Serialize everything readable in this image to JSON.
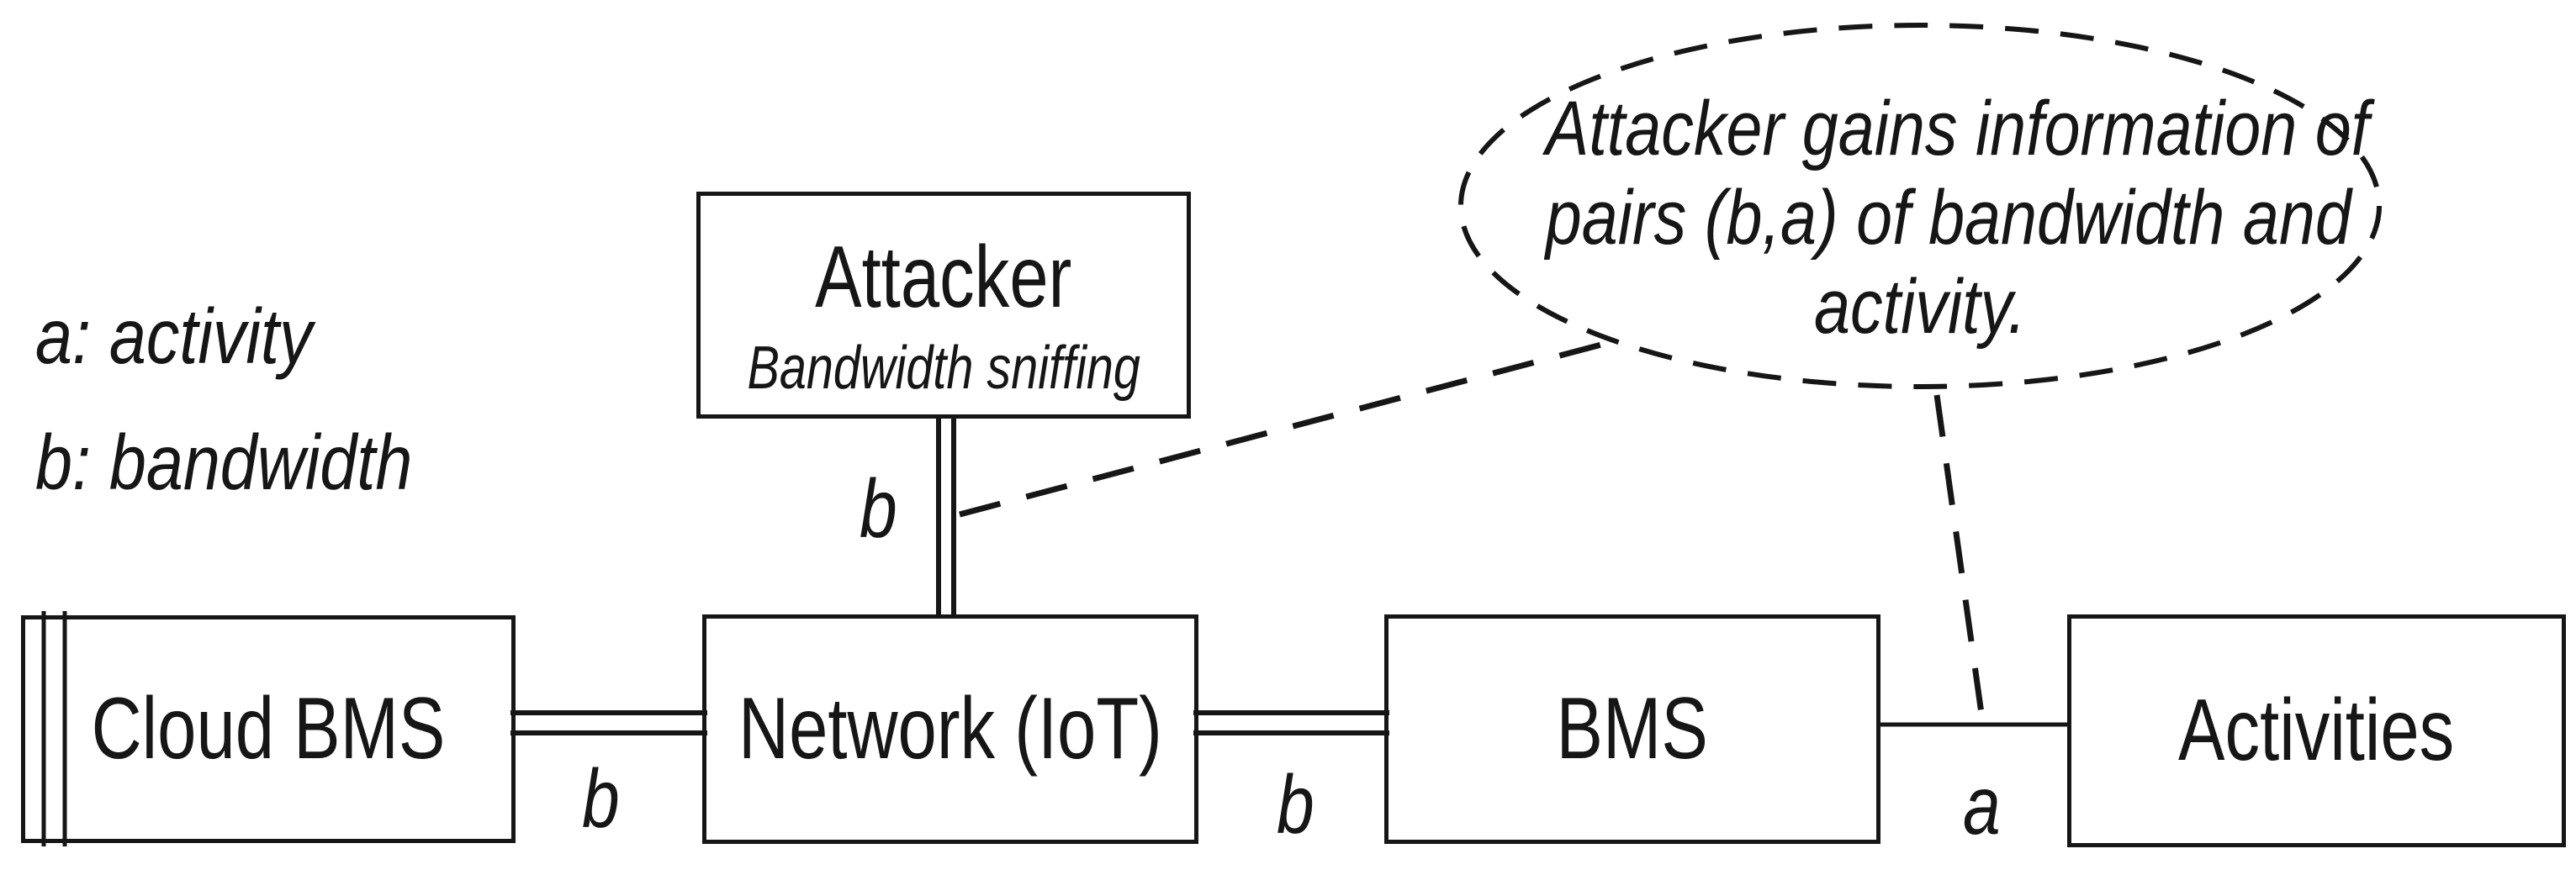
{
  "colors": {
    "ink": "#161616",
    "background": "#ffffff"
  },
  "legend": {
    "lines": [
      "a: activity",
      "b: bandwidth"
    ]
  },
  "nodes": {
    "attacker": {
      "title": "Attacker",
      "subtitle": "Bandwidth sniffing"
    },
    "cloud_bms": {
      "label": "Cloud BMS"
    },
    "network": {
      "label": "Network (IoT)"
    },
    "bms": {
      "label": "BMS"
    },
    "activities": {
      "label": "Activities"
    }
  },
  "edge_labels": {
    "cloud_network": "b",
    "attacker_network": "b",
    "network_bms": "b",
    "bms_activities": "a"
  },
  "callout": {
    "lines": [
      "Attacker gains information of",
      "pairs (b,a) of bandwidth and",
      "activity."
    ]
  }
}
